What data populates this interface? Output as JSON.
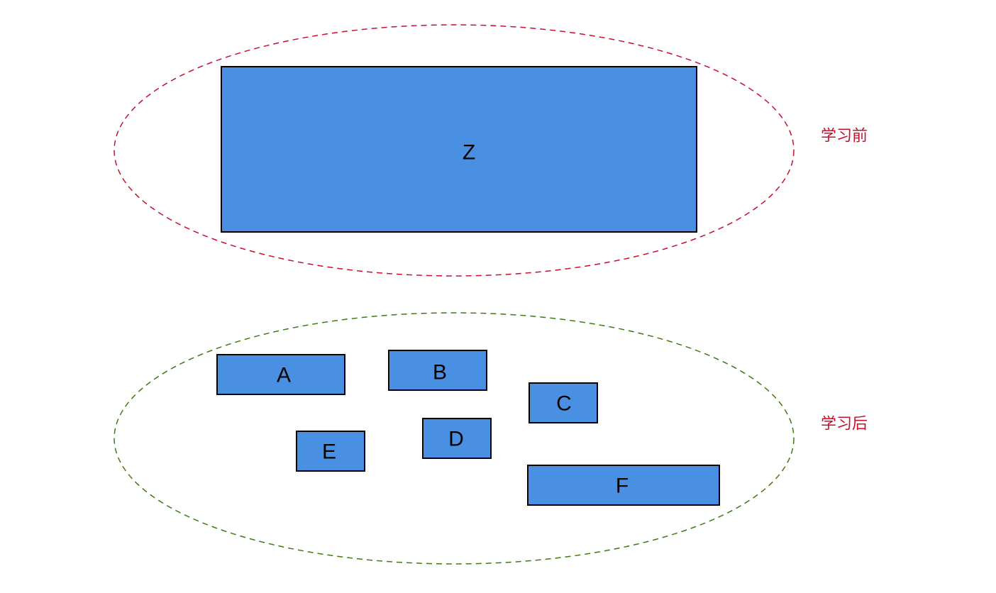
{
  "diagram": {
    "before": {
      "label": "学习前",
      "blocks": [
        {
          "id": "z",
          "label": "Z"
        }
      ]
    },
    "after": {
      "label": "学习后",
      "blocks": [
        {
          "id": "a",
          "label": "A"
        },
        {
          "id": "b",
          "label": "B"
        },
        {
          "id": "c",
          "label": "C"
        },
        {
          "id": "d",
          "label": "D"
        },
        {
          "id": "e",
          "label": "E"
        },
        {
          "id": "f",
          "label": "F"
        }
      ]
    }
  },
  "colors": {
    "block_fill": "#4a90e2",
    "block_border": "#000000",
    "before_outline": "#c8102e",
    "after_outline": "#3f7a12",
    "stage_label": "#c8102e"
  }
}
